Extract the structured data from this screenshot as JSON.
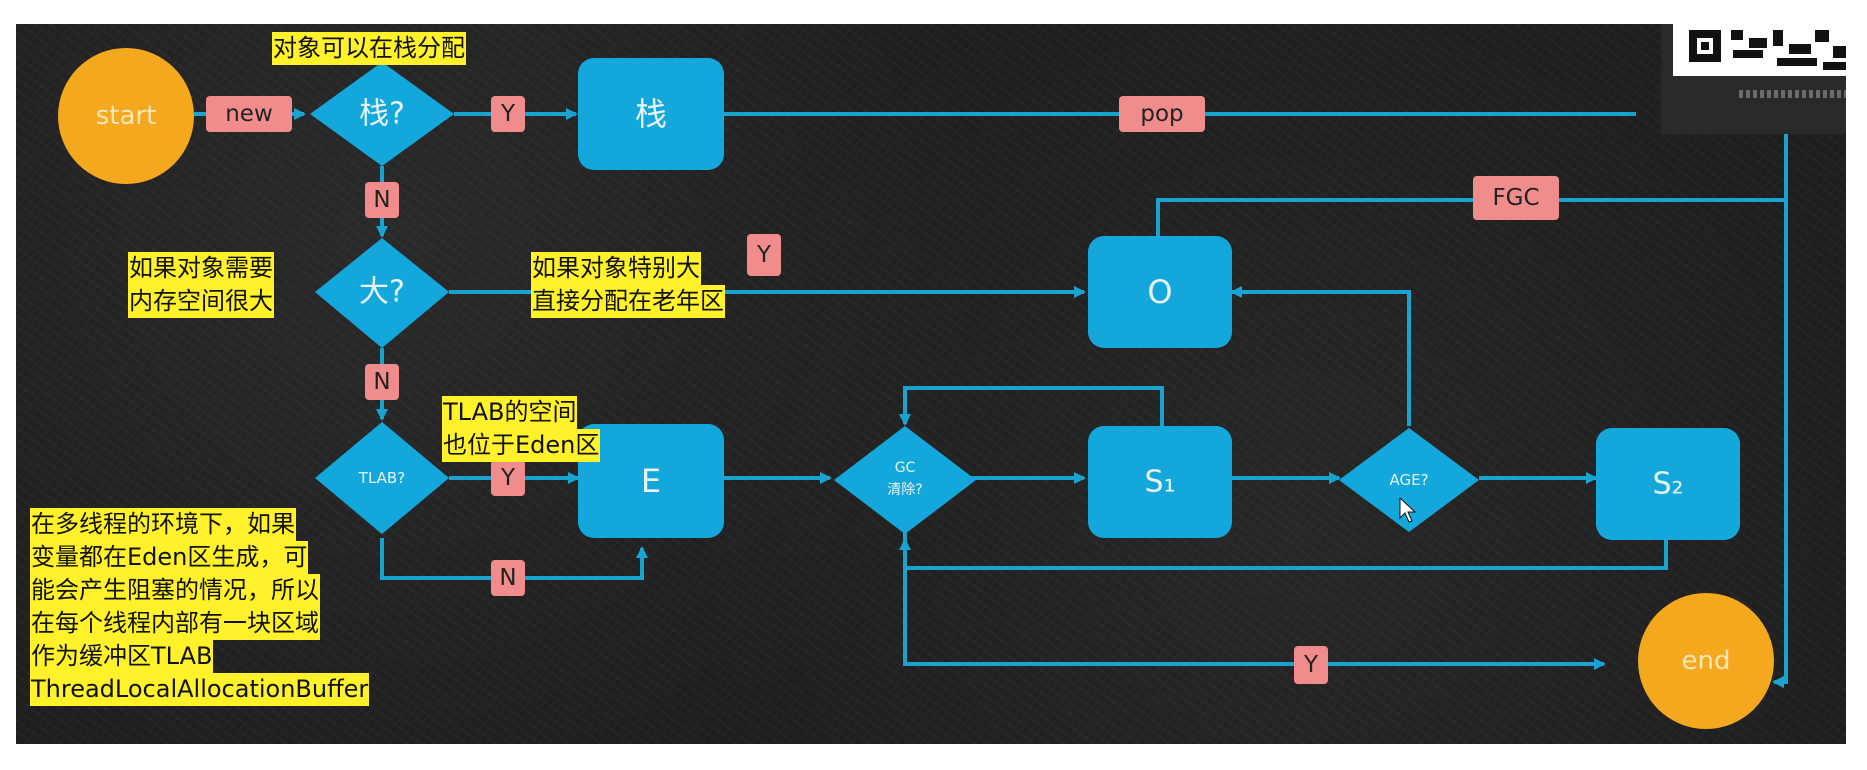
{
  "nodes": {
    "start": "start",
    "end": "end",
    "stack_decision": "栈?",
    "stack_box": "栈",
    "large_decision": "大?",
    "tlab_decision": "TLAB?",
    "gc_decision_line1": "GC",
    "gc_decision_line2": "清除?",
    "age_decision": "AGE?",
    "old_box": "O",
    "eden_box": "E",
    "s1_box": "S₁",
    "s2_box": "S₂"
  },
  "edge_labels": {
    "new": "new",
    "stack_yes": "Y",
    "stack_no": "N",
    "pop": "pop",
    "fgc": "FGC",
    "large_yes": "Y",
    "large_no": "N",
    "tlab_yes": "Y",
    "tlab_no": "N",
    "gc_yes": "Y"
  },
  "annotations": {
    "stack_alloc": [
      "对象可以在栈分配"
    ],
    "large_need": [
      "如果对象需要",
      "内存空间很大"
    ],
    "large_direct": [
      "如果对象特别大",
      "直接分配在老年区"
    ],
    "tlab_space": [
      "TLAB的空间",
      "也位于Eden区"
    ],
    "tlab_explain": [
      "在多线程的环境下，如果",
      "变量都在Eden区生成，可",
      "能会产生阻塞的情况，所以",
      "在每个线程内部有一块区域",
      "作为缓冲区TLAB",
      "ThreadLocalAllocationBuffer"
    ]
  },
  "colors": {
    "node_blue": "#13a7db",
    "terminal_orange": "#f4a81d",
    "label_pink": "#f08c8c",
    "edge_blue": "#1aa3d1",
    "highlight_yellow": "#fff22a",
    "board": "#1e1e1e"
  }
}
